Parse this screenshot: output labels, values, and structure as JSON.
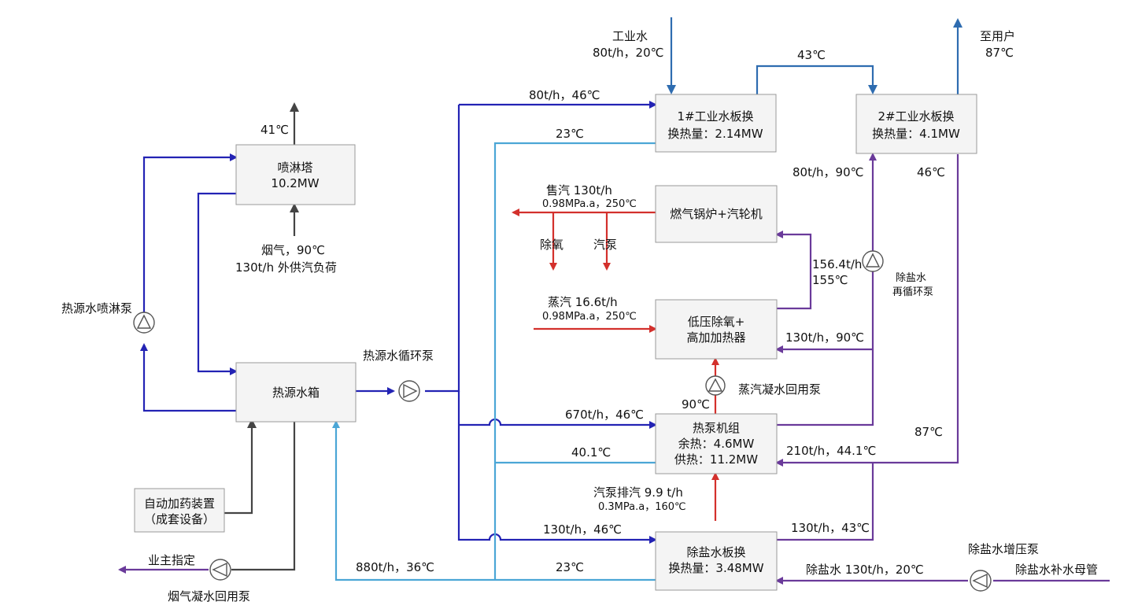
{
  "colors": {
    "blue": "#2323b4",
    "light_blue": "#4ba6d6",
    "steel_blue": "#2e6cb0",
    "purple": "#6a3a9a",
    "red": "#d3302c",
    "gray": "#444444",
    "box_fill": "#f4f4f4"
  },
  "boxes": {
    "spray_tower": [
      "喷淋塔",
      "10.2MW"
    ],
    "heat_tank": [
      "热源水箱"
    ],
    "dosing": [
      "自动加药装置",
      "（成套设备）"
    ],
    "hx1": [
      "1#工业水板换",
      "换热量：2.14MW"
    ],
    "hx2": [
      "2#工业水板换",
      "换热量：4.1MW"
    ],
    "boiler": [
      "燃气锅炉+汽轮机"
    ],
    "deaerator": [
      "低压除氧+",
      "高加加热器"
    ],
    "heat_pump": [
      "热泵机组",
      "余热：4.6MW",
      "供热：11.2MW"
    ],
    "demin_hx": [
      "除盐水板换",
      "换热量：3.48MW"
    ]
  },
  "labels": {
    "spray_out_temp": "41℃",
    "flue_gas_1": "烟气，90℃",
    "flue_gas_2": "130t/h 外供汽负荷",
    "spray_pump": "热源水喷淋泵",
    "circ_pump": "热源水循环泵",
    "owner": "业主指定",
    "flue_cond_pump": "烟气凝水回用泵",
    "return_880": "880t/h，36℃",
    "ind_water_1": "工业水",
    "ind_water_2": "80t/h，20℃",
    "to_user_1": "至用户",
    "to_user_2": "87℃",
    "t43": "43℃",
    "hx1_in": "80t/h，46℃",
    "hx1_out": "23℃",
    "hx2_in": "80t/h，90℃",
    "hx2_out": "46℃",
    "steam_sale_1": "售汽 130t/h",
    "steam_sale_2": "0.98MPa.a，250℃",
    "deoxy": "除氧",
    "steam_pump": "汽泵",
    "steam_in_1": "蒸汽 16.6t/h",
    "steam_in_2": "0.98MPa.a，250℃",
    "flow_156_1": "156.4t/h",
    "flow_156_2": "155℃",
    "demin_recirc_1": "除盐水",
    "demin_recirc_2": "再循环泵",
    "deaer_in": "130t/h，90℃",
    "cond_pump": "蒸汽凝水回用泵",
    "t90": "90℃",
    "hp_in": "670t/h，46℃",
    "hp_out": "40.1℃",
    "t87": "87℃",
    "hp_supply": "210t/h，44.1℃",
    "exhaust_1": "汽泵排汽 9.9 t/h",
    "exhaust_2": "0.3MPa.a，160℃",
    "demin_hx_in": "130t/h，46℃",
    "demin_hx_out": "23℃",
    "demin_hx_hot": "130t/h，43℃",
    "demin_water": "除盐水 130t/h，20℃",
    "demin_boost": "除盐水增压泵",
    "demin_main": "除盐水补水母管"
  }
}
